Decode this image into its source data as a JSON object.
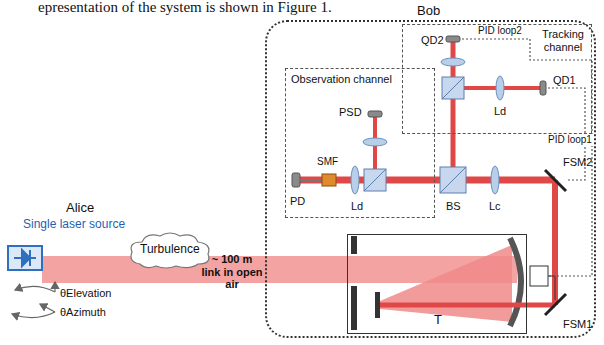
{
  "diagram": {
    "nodes": [
      {
        "text": [
          "Bob"
        ]
      },
      {
        "text": [
          "Observation channel"
        ],
        "in": 0
      },
      {
        "text": [
          "Tracking channel"
        ],
        "in": 0
      },
      {
        "text": [
          "T"
        ],
        "in": 0
      },
      {
        "text": [
          "Turbulence"
        ]
      }
    ],
    "labels": [
      "epresentation of the system is shown in Figure 1.",
      "Alice",
      "Single laser source",
      "~ 100 m link in open air",
      "θElevation",
      "θAzimuth",
      "PID loop2",
      "PID loop1",
      "QD2",
      "QD1",
      "PSD",
      "SMF",
      "PD",
      "Ld",
      "Ld",
      "BS",
      "Lc",
      "FSM2",
      "FSM1"
    ]
  }
}
